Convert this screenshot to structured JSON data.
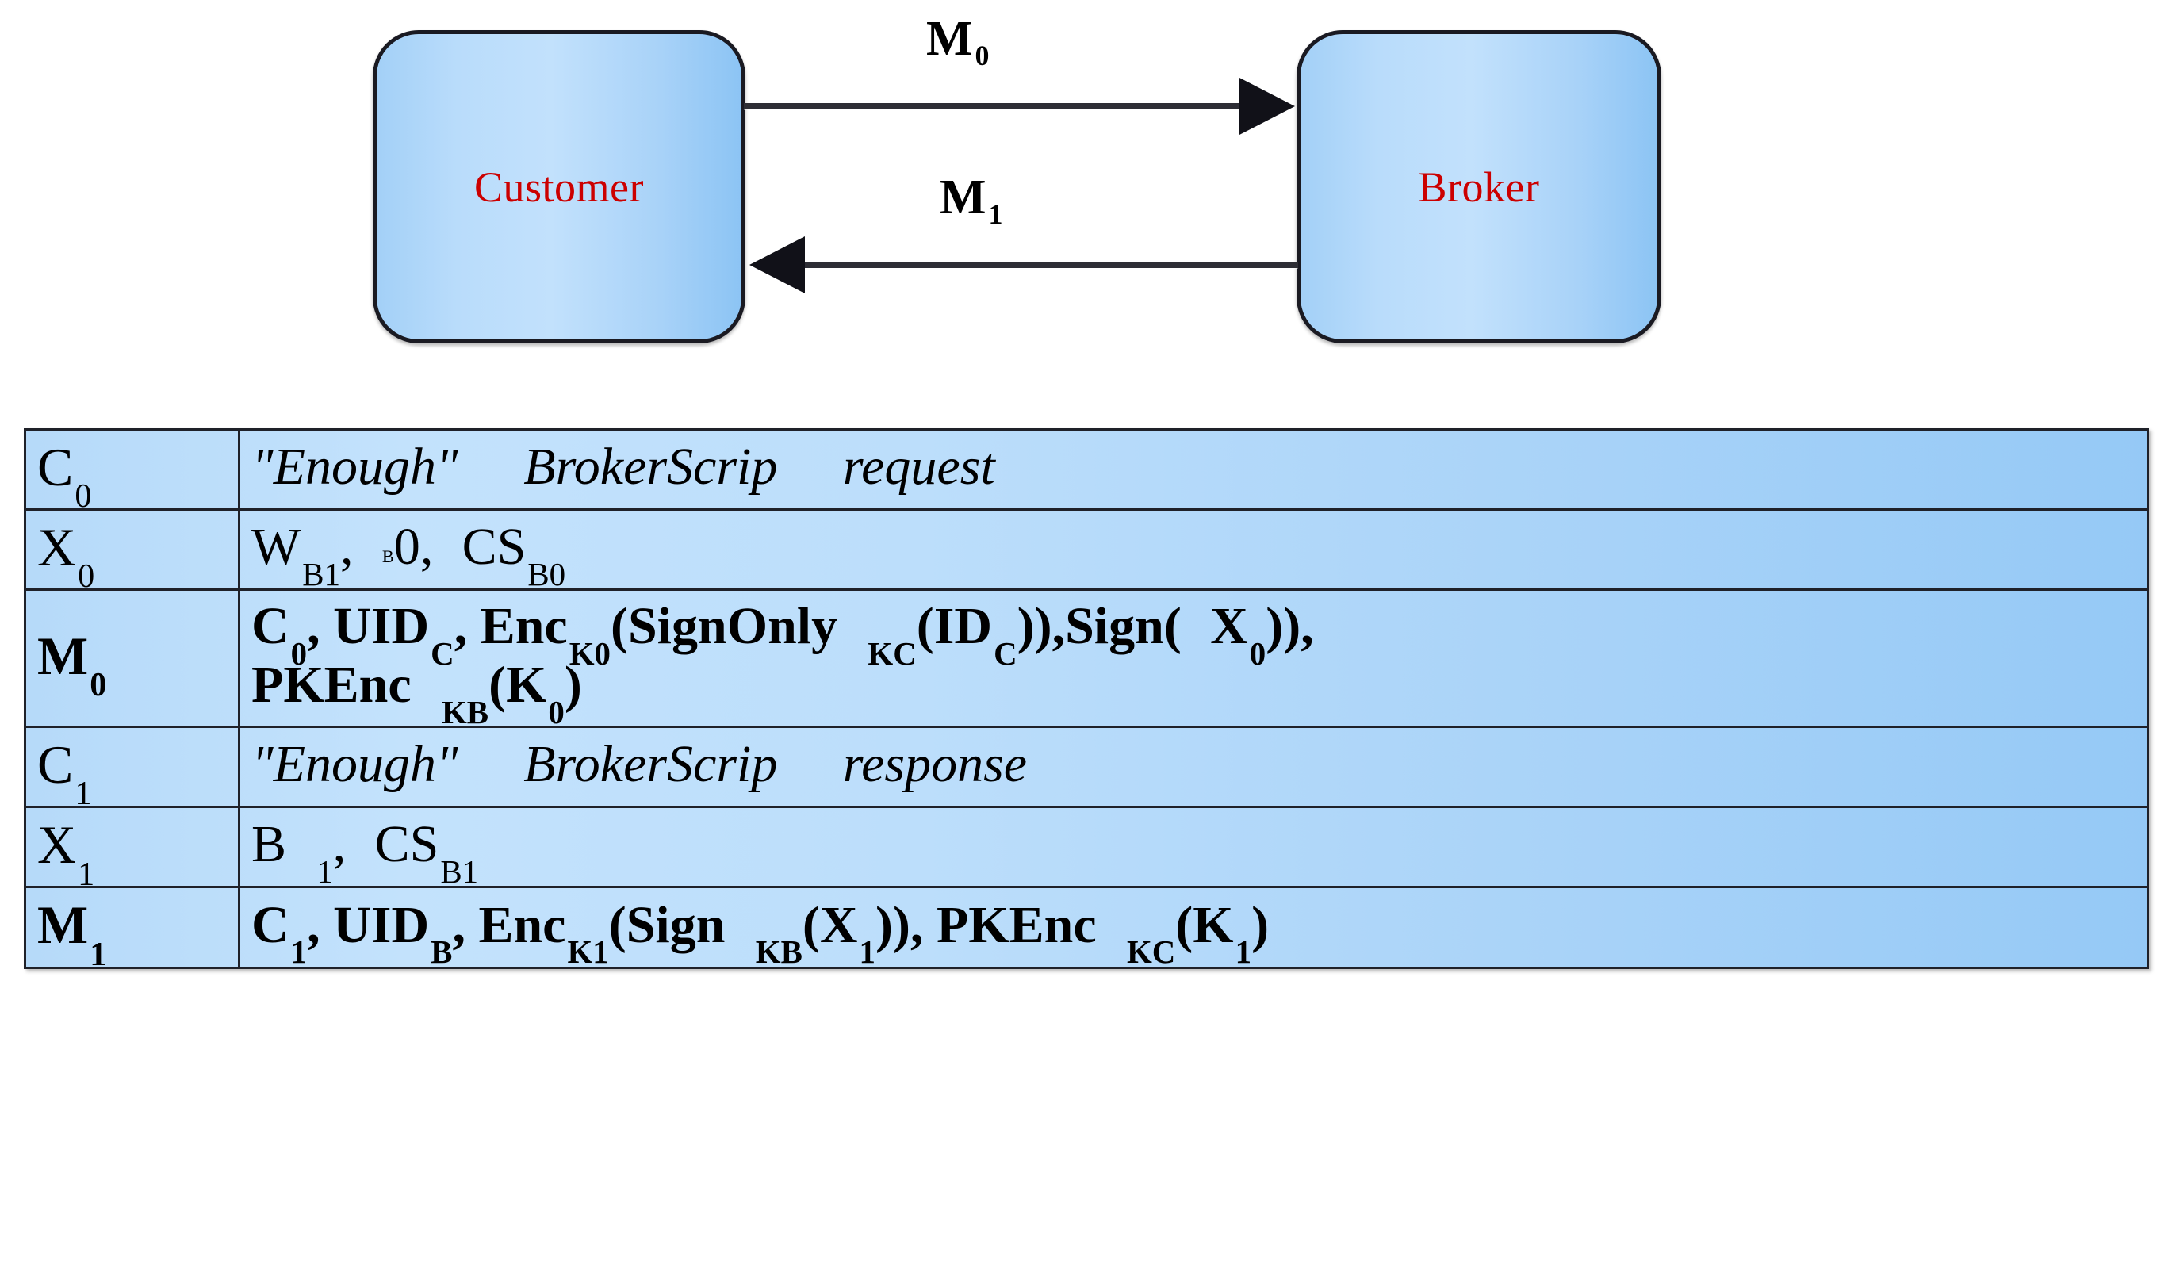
{
  "diagram": {
    "title": "BrokerScrip request/response protocol",
    "entities": [
      {
        "id": "customer",
        "label": "Customer"
      },
      {
        "id": "broker",
        "label": "Broker"
      }
    ],
    "messages": [
      {
        "id": "m0",
        "base": "M",
        "sub": "0",
        "label": "M 0",
        "direction": "customer-to-broker"
      },
      {
        "id": "m1",
        "base": "M",
        "sub": "1",
        "label": "M 1",
        "direction": "broker-to-customer"
      }
    ],
    "colors": {
      "box_fill_light": "#c2e1fc",
      "box_fill_dark": "#8cc4f4",
      "box_border": "#1a1a22",
      "entity_text": "#cc0000",
      "arrow": "#2e2e35",
      "table_fill_light": "#c3e2fc",
      "table_fill_dark": "#95c9f6",
      "table_border": "#1f2129"
    }
  },
  "table": {
    "rows": [
      {
        "key_base": "C",
        "key_sub": "0",
        "key_text": "C 0",
        "bold": false,
        "italic": true,
        "value_text": "\"Enough\"   BrokerScrip    request",
        "value_parts": [
          {
            "t": "\"Enough\""
          },
          {
            "gap": "wide"
          },
          {
            "t": "BrokerScrip"
          },
          {
            "gap": "wide"
          },
          {
            "t": "request"
          }
        ]
      },
      {
        "key_base": "X",
        "key_sub": "0",
        "key_text": "X 0",
        "bold": false,
        "italic": false,
        "value_text": "W B1 , B 0 , CS B0",
        "value_parts": [
          {
            "t": "W"
          },
          {
            "sub": "B1"
          },
          {
            "t": ","
          },
          {
            "gap": "narrow"
          },
          {
            "tiny_sup": "B"
          },
          {
            "t": "0"
          },
          {
            "t": ","
          },
          {
            "gap": "narrow"
          },
          {
            "t": "CS"
          },
          {
            "sub": "B0"
          }
        ]
      },
      {
        "key_base": "M",
        "key_sub": "0",
        "key_text": "M 0",
        "bold": true,
        "italic": false,
        "value_text": "C 0 , UID C , Enc K0 (SignOnly KC (ID C )),Sign( X 0 )), PKEnc KB (K 0 )",
        "value_lines": [
          [
            {
              "t": "C"
            },
            {
              "sub": "0"
            },
            {
              "t": ", UID"
            },
            {
              "sub": "C"
            },
            {
              "t": ", Enc"
            },
            {
              "sub": "K0"
            },
            {
              "t": "(SignOnly"
            },
            {
              "gap": "narrow"
            },
            {
              "sub": "KC"
            },
            {
              "t": "(ID"
            },
            {
              "sub": "C"
            },
            {
              "t": ")),Sign("
            },
            {
              "gap": "narrow"
            },
            {
              "t": "X"
            },
            {
              "sub": "0"
            },
            {
              "t": ")),"
            }
          ],
          [
            {
              "t": "PKEnc"
            },
            {
              "gap": "narrow"
            },
            {
              "sub": "KB"
            },
            {
              "t": "(K"
            },
            {
              "sub": "0"
            },
            {
              "t": ")"
            }
          ]
        ]
      },
      {
        "key_base": "C",
        "key_sub": "1",
        "key_text": "C 1",
        "bold": false,
        "italic": true,
        "value_text": "\"Enough\"   BrokerScrip    response",
        "value_parts": [
          {
            "t": "\"Enough\""
          },
          {
            "gap": "wide"
          },
          {
            "t": "BrokerScrip"
          },
          {
            "gap": "wide"
          },
          {
            "t": "response"
          }
        ]
      },
      {
        "key_base": "X",
        "key_sub": "1",
        "key_text": "X 1",
        "bold": false,
        "italic": false,
        "value_text": "B 1 , CS B1",
        "value_parts": [
          {
            "t": "B"
          },
          {
            "gap": "narrow"
          },
          {
            "sub": "1"
          },
          {
            "t": ","
          },
          {
            "gap": "narrow"
          },
          {
            "t": "CS"
          },
          {
            "sub": "B1"
          }
        ]
      },
      {
        "key_base": "M",
        "key_sub": "1",
        "key_text": "M 1",
        "bold": true,
        "italic": false,
        "value_text": "C 1 , UID B , Enc K1 (Sign KB (X 1 )), PKEnc KC (K 1 )",
        "value_parts": [
          {
            "t": "C"
          },
          {
            "sub": "1"
          },
          {
            "t": ", UID"
          },
          {
            "sub": "B"
          },
          {
            "t": ", Enc"
          },
          {
            "sub": "K1"
          },
          {
            "t": "(Sign"
          },
          {
            "gap": "narrow"
          },
          {
            "sub": "KB"
          },
          {
            "t": "(X"
          },
          {
            "sub": "1"
          },
          {
            "t": ")), PKEnc"
          },
          {
            "gap": "narrow"
          },
          {
            "sub": "KC"
          },
          {
            "t": "(K"
          },
          {
            "sub": "1"
          },
          {
            "t": ")"
          }
        ]
      }
    ]
  }
}
